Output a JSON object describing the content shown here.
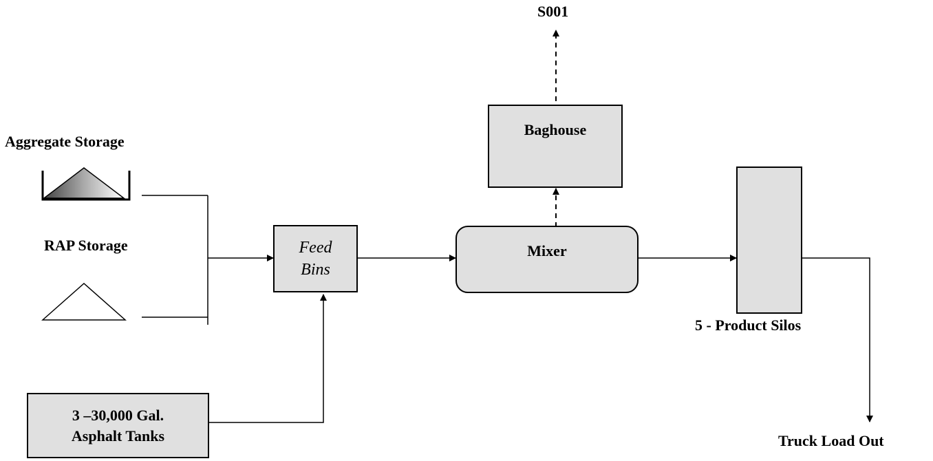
{
  "labels": {
    "s001": "S001",
    "aggregate_storage": "Aggregate Storage",
    "rap_storage": "RAP Storage",
    "product_silos": "5 - Product Silos",
    "truck_load_out": "Truck Load Out"
  },
  "boxes": {
    "baghouse": "Baghouse",
    "feed_bins_line1": "Feed",
    "feed_bins_line2": "Bins",
    "mixer": "Mixer",
    "asphalt_tanks_line1": "3 –30,000 Gal.",
    "asphalt_tanks_line2": "Asphalt Tanks"
  },
  "colors": {
    "box_fill": "#e0e0e0",
    "line": "#000000"
  }
}
